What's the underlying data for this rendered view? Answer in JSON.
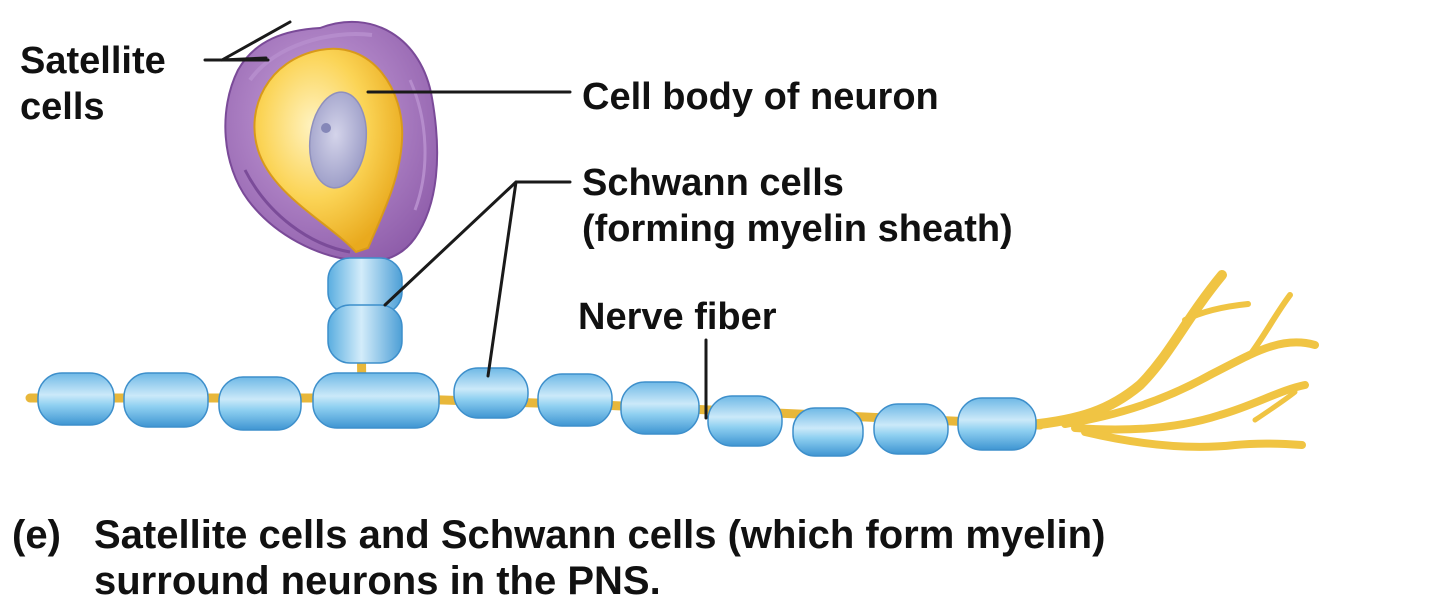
{
  "labels": {
    "satellite_line1": "Satellite",
    "satellite_line2": "cells",
    "cell_body": "Cell body of neuron",
    "schwann_line1": "Schwann cells",
    "schwann_line2": "(forming myelin sheath)",
    "nerve_fiber": "Nerve fiber"
  },
  "caption": {
    "letter": "(e)",
    "line1": "Satellite cells and Schwann cells (which form myelin)",
    "line2": "surround neurons in the PNS."
  },
  "colors": {
    "background": "#ffffff",
    "satellite_cells": "#9a6bb4",
    "cell_body": "#f7c43c",
    "nucleus": "#9c9ec9",
    "schwann_cells": "#7dc3ea",
    "axon": "#e8b73a",
    "leader_lines": "#1a1a1a",
    "text": "#111111"
  }
}
